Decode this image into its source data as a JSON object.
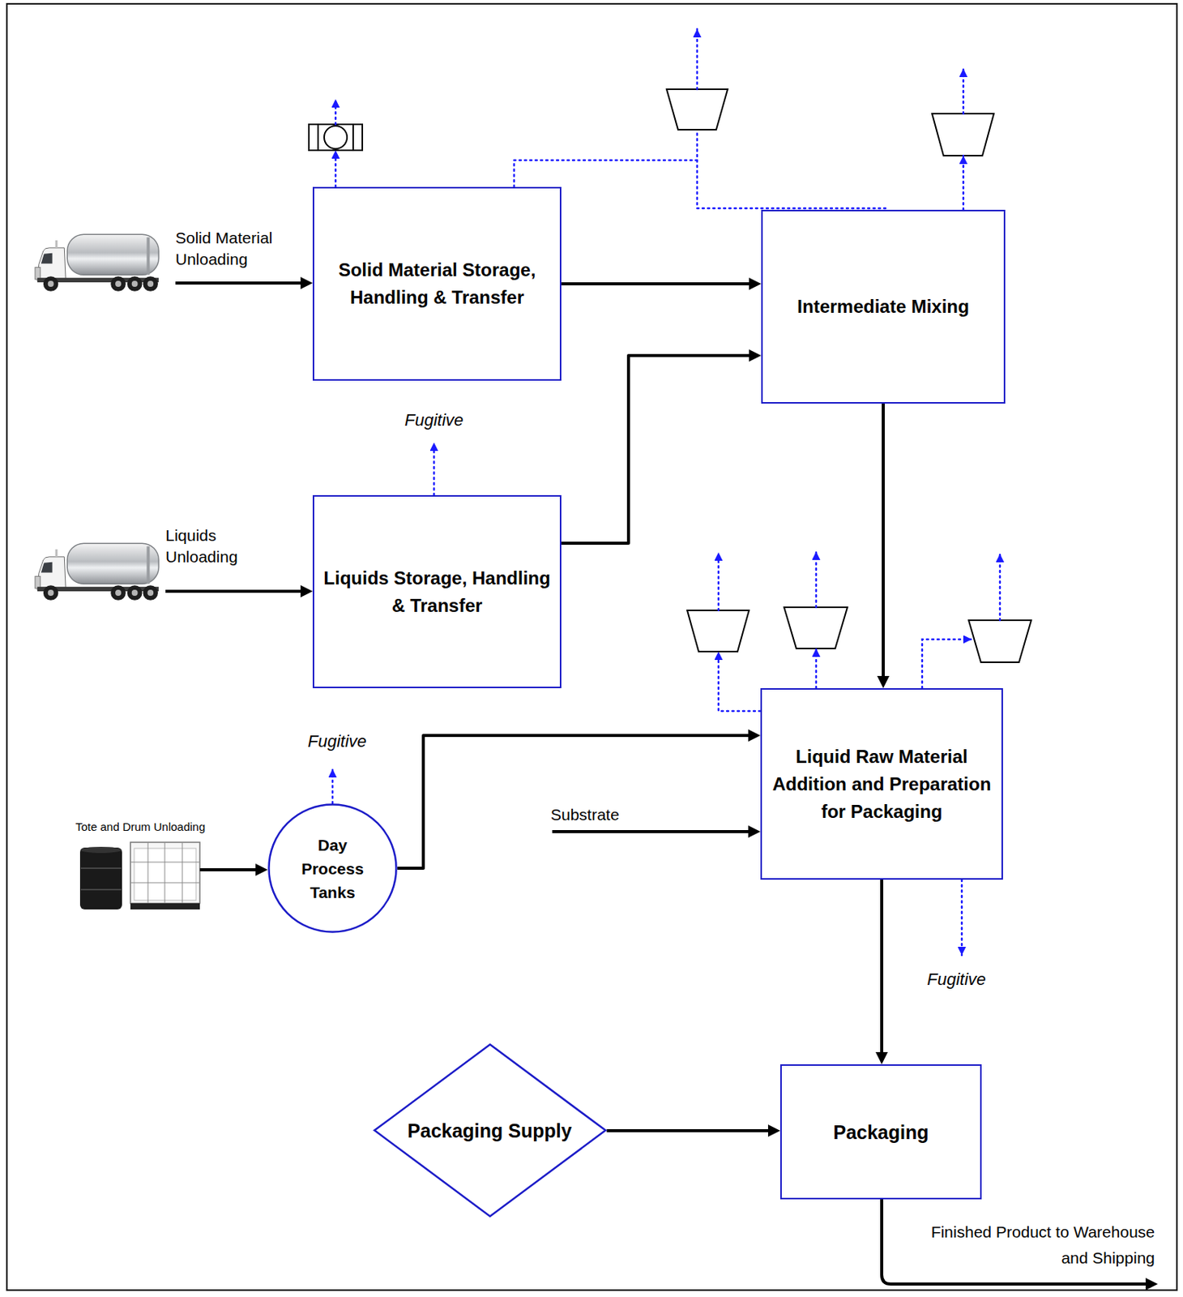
{
  "diagram": {
    "nodes": [
      {
        "text": [
          "Solid Material Storage, Handling & Transfer"
        ]
      },
      {
        "text": [
          "Intermediate Mixing"
        ]
      },
      {
        "text": [
          "Liquids Storage, Handling & Transfer"
        ]
      },
      {
        "text": [
          "Liquid Raw Material Addition and Preparation for Packaging"
        ]
      },
      {
        "text": [
          "Day Process Tanks"
        ]
      },
      {
        "text": [
          "Packaging Supply"
        ]
      },
      {
        "text": [
          "Packaging"
        ]
      }
    ],
    "edges": [
      {
        "from": 0,
        "to": 1,
        "arrow": "to"
      },
      {
        "from": 2,
        "to": 1,
        "arrow": "to"
      },
      {
        "from": 1,
        "to": 3,
        "arrow": "to"
      },
      {
        "from": 4,
        "to": 3,
        "arrow": "to"
      },
      {
        "from": 3,
        "to": 6,
        "arrow": "to"
      },
      {
        "from": 5,
        "to": 6,
        "arrow": "to"
      }
    ],
    "labels": [
      "Solid Material Unloading",
      "Fugitive",
      "Liquids Unloading",
      "Fugitive",
      "Substrate",
      "Tote and Drum Unloading",
      "Fugitive",
      "Finished Product to Warehouse and Shipping"
    ]
  }
}
